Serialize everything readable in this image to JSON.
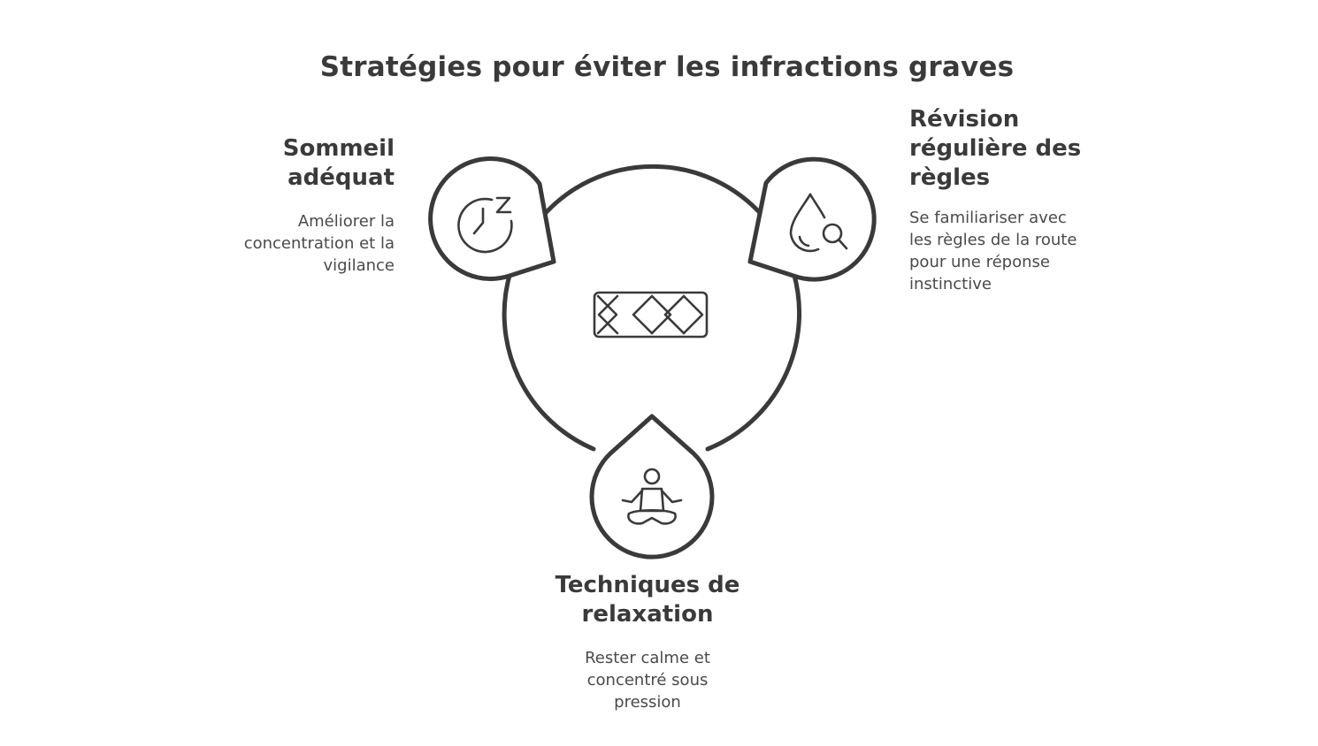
{
  "title": "Stratégies pour éviter les infractions graves",
  "center": {
    "icon": "chevron-arrows-icon"
  },
  "items": [
    {
      "heading_line1": "Sommeil",
      "heading_line2": "adéquat",
      "desc_lines": [
        "Améliorer la",
        "concentration et la",
        "vigilance"
      ],
      "icon": "sleep-clock-icon"
    },
    {
      "heading_line1": "Révision",
      "heading_line2": "régulière des",
      "heading_line3": "règles",
      "desc_lines": [
        "Se familiariser avec",
        "les règles de la route",
        "pour une réponse",
        "instinctive"
      ],
      "icon": "drop-search-icon"
    },
    {
      "heading_line1": "Techniques de",
      "heading_line2": "relaxation",
      "desc_lines": [
        "Rester calme et",
        "concentré sous",
        "pression"
      ],
      "icon": "meditation-icon"
    }
  ]
}
